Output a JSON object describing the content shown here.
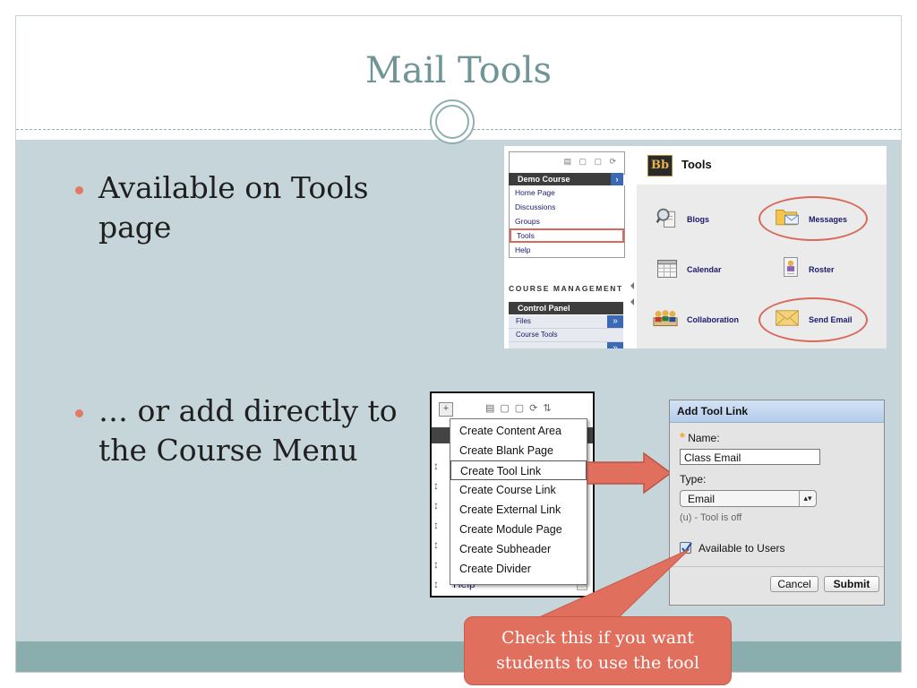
{
  "slide": {
    "title": "Mail Tools",
    "bullets": [
      {
        "line1": "Available on Tools",
        "line2": "page"
      },
      {
        "line1": "… or add directly to",
        "line2": "the Course Menu"
      }
    ]
  },
  "colors": {
    "title": "#6f9596",
    "content_bg": "#c6d5da",
    "footer": "#8aaeae",
    "bullet_dot": "#e07a62",
    "highlight": "#d86a5b",
    "callout": "#e16f5e"
  },
  "course_menu": {
    "course_title": "Demo Course",
    "items": [
      "Home Page",
      "Discussions",
      "Groups",
      "Tools",
      "Help"
    ],
    "highlighted_item": "Tools",
    "management_title": "COURSE MANAGEMENT",
    "control_panel_title": "Control Panel",
    "control_panel_items": [
      "Files",
      "Course Tools"
    ]
  },
  "tools_page": {
    "logo": "Bb",
    "title": "Tools",
    "tools": [
      {
        "label": "Blogs",
        "icon": "blogs-icon"
      },
      {
        "label": "Messages",
        "icon": "messages-folder-icon"
      },
      {
        "label": "Calendar",
        "icon": "calendar-icon"
      },
      {
        "label": "Roster",
        "icon": "roster-icon"
      },
      {
        "label": "Collaboration",
        "icon": "collaboration-icon"
      },
      {
        "label": "Send Email",
        "icon": "envelope-icon"
      }
    ]
  },
  "add_menu": {
    "items": [
      "Create Content Area",
      "Create Blank Page",
      "Create Tool Link",
      "Create Course Link",
      "Create External Link",
      "Create Module Page",
      "Create Subheader",
      "Create Divider"
    ],
    "selected": "Create Tool Link",
    "bottom_item": "Help"
  },
  "add_tool_link": {
    "header": "Add Tool Link",
    "name_label": "Name:",
    "name_value": "Class Email",
    "type_label": "Type:",
    "type_value": "Email",
    "note": "(u) - Tool is off",
    "available_label": "Available to Users",
    "available_checked": true,
    "cancel_label": "Cancel",
    "submit_label": "Submit"
  },
  "callout": {
    "line1": "Check this if you want",
    "line2": "students to use the tool"
  }
}
